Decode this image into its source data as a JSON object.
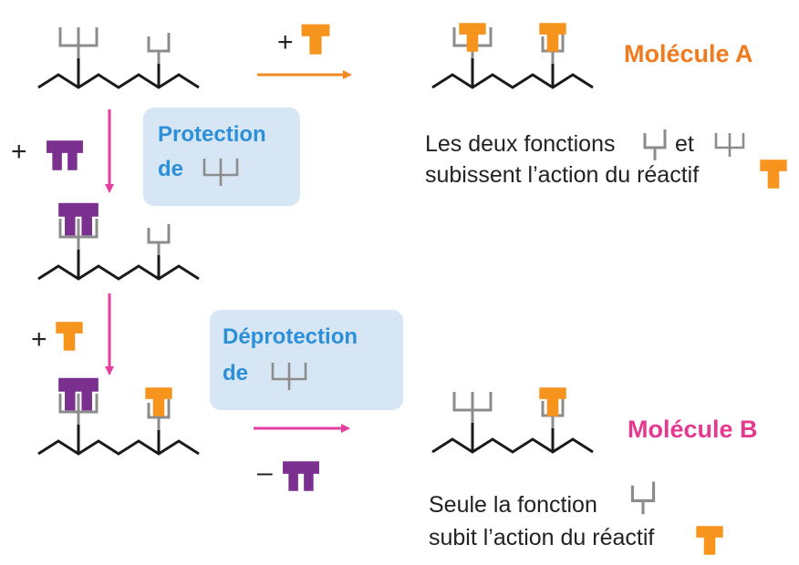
{
  "colors": {
    "chain": "#1a1a1a",
    "functional_group": "#8c8c8c",
    "reagent_orange": "#f7941d",
    "protecting_purple": "#7b2f8f",
    "arrow_orange": "#f08a24",
    "arrow_magenta": "#e43fa0",
    "label_box": "#d6e6f5",
    "box_text": "#2d8fd8",
    "molecule_a_title": "#f07b1f",
    "molecule_b_title": "#e4398f"
  },
  "top_reaction": {
    "reagent_sign": "+",
    "product_title": "Molécule A",
    "description_line1_before": "Les deux fonctions",
    "description_line1_after": "et",
    "description_line2": "subissent l’action du réactif"
  },
  "protection_step": {
    "reagent_sign": "+",
    "box_line1": "Protection",
    "box_line2": "de"
  },
  "reaction_step": {
    "reagent_sign": "+"
  },
  "deprotection_step": {
    "box_line1": "Déprotection",
    "box_line2": "de",
    "removed_sign": "–",
    "product_title": "Molécule B",
    "description_line1": "Seule la fonction",
    "description_line2": "subit l’action du réactif"
  }
}
